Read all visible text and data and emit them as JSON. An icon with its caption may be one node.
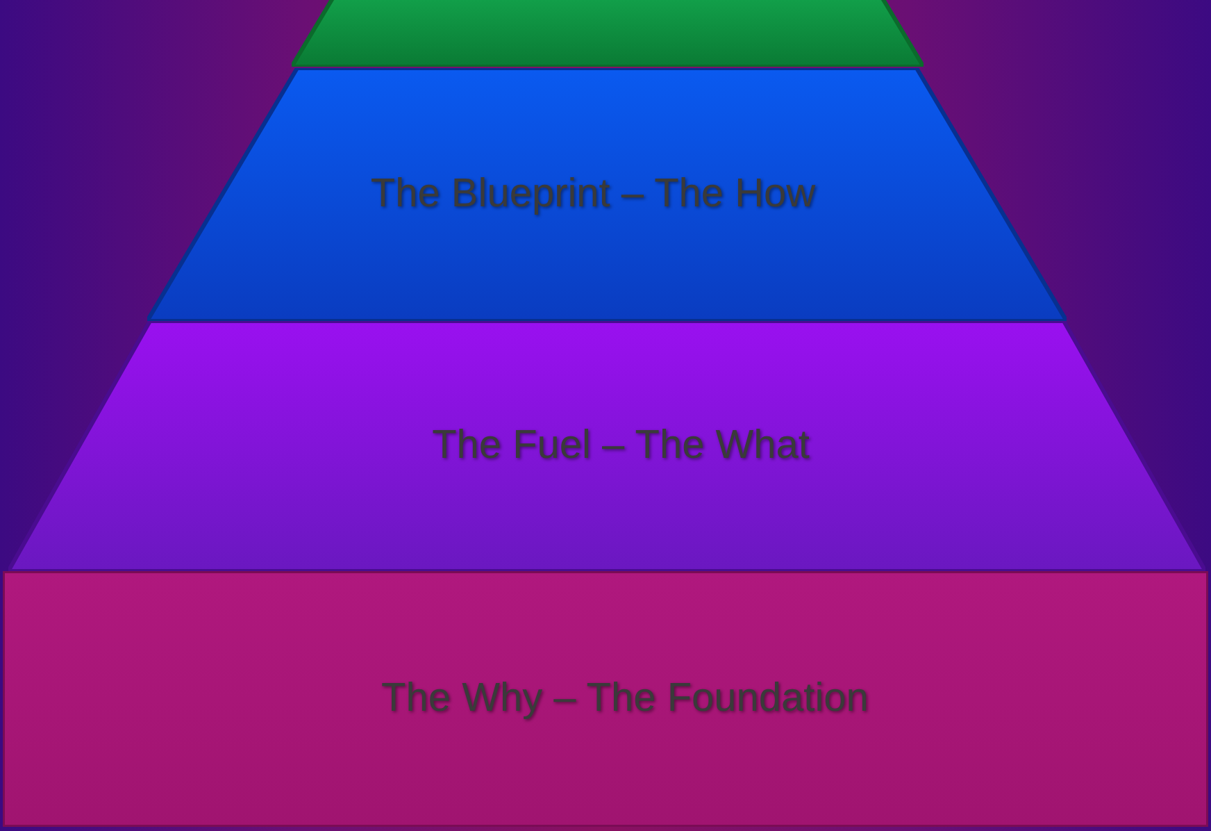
{
  "diagram": {
    "nodes": [
      {
        "text": [],
        "shape": "trapezoid"
      },
      {
        "text": [
          "The Blueprint – The How"
        ]
      },
      {
        "text": [
          "The Fuel – The What"
        ]
      },
      {
        "text": [
          "The Why – The Foundation"
        ]
      }
    ]
  }
}
